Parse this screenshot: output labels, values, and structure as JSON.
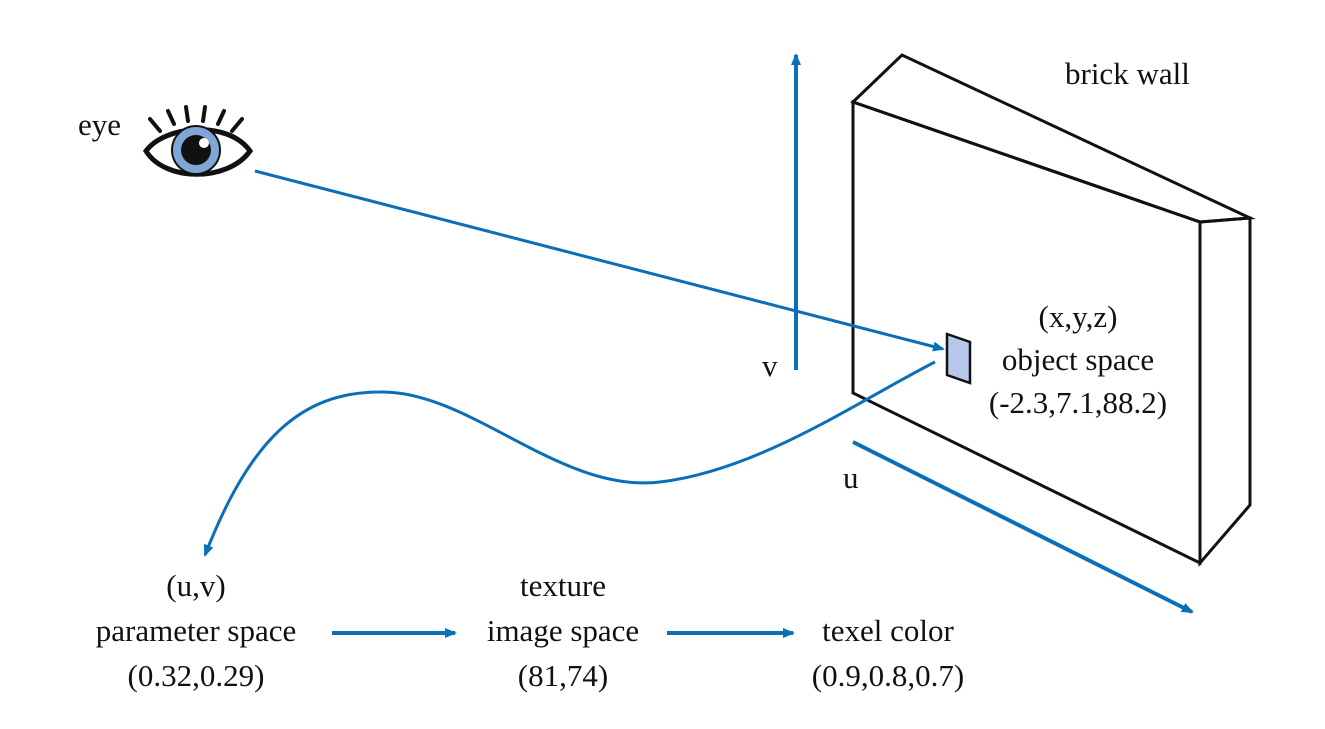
{
  "colors": {
    "accent": "#0b6fb8",
    "line": "#111111",
    "iris": "#7fa6d6",
    "sample_fill": "#b9c8ea"
  },
  "icons": {
    "eye": "eye-icon"
  },
  "labels": {
    "eye": "eye",
    "brick_wall": "brick wall",
    "v_axis": "v",
    "u_axis": "u",
    "object_space": {
      "line1": "(x,y,z)",
      "line2": "object space",
      "line3": "(-2.3,7.1,88.2)"
    },
    "parameter_space": {
      "line1": "(u,v)",
      "line2": "parameter space",
      "line3": "(0.32,0.29)"
    },
    "image_space": {
      "line1": "texture",
      "line2": "image space",
      "line3": "(81,74)"
    },
    "texel_color": {
      "line1": "texel color",
      "line2": "(0.9,0.8,0.7)"
    }
  }
}
